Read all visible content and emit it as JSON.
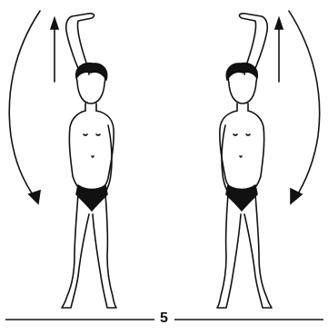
{
  "figure": {
    "number": "5"
  },
  "colors": {
    "ink": "#111111",
    "paper": "#ffffff"
  },
  "icons": {
    "motion": "curved-arrow",
    "lift": "straight-up-arrow"
  }
}
